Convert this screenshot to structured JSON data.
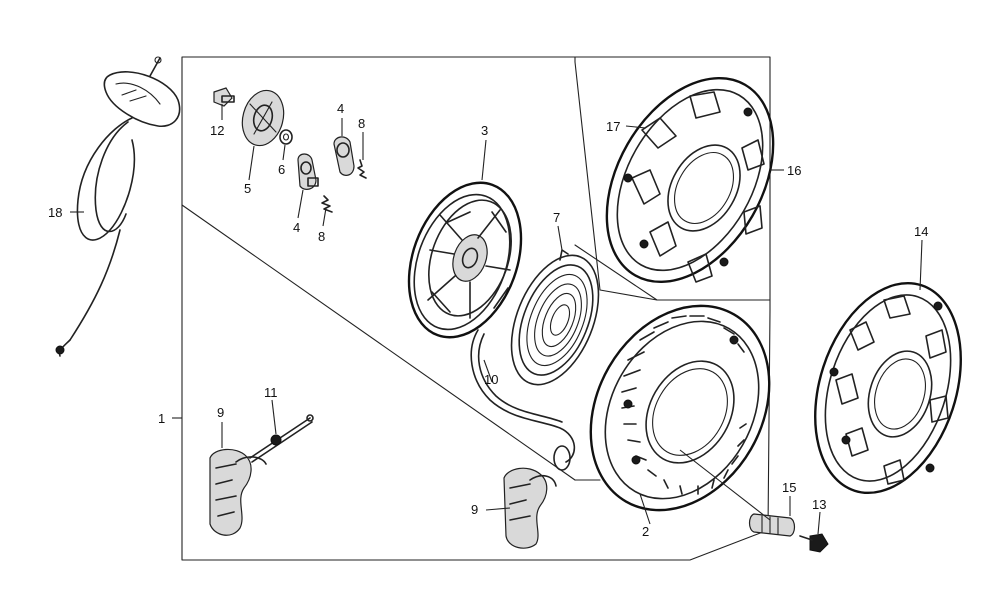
{
  "labels": {
    "p1": "1",
    "p2": "2",
    "p3": "3",
    "p4a": "4",
    "p4b": "4",
    "p5": "5",
    "p6": "6",
    "p7": "7",
    "p8a": "8",
    "p8b": "8",
    "p9a": "9",
    "p9b": "9",
    "p10": "10",
    "p11": "11",
    "p12": "12",
    "p13": "13",
    "p14": "14",
    "p15": "15",
    "p16": "16",
    "p17": "17",
    "p18": "18"
  },
  "colors": {
    "line": "#222222",
    "background": "#ffffff"
  }
}
